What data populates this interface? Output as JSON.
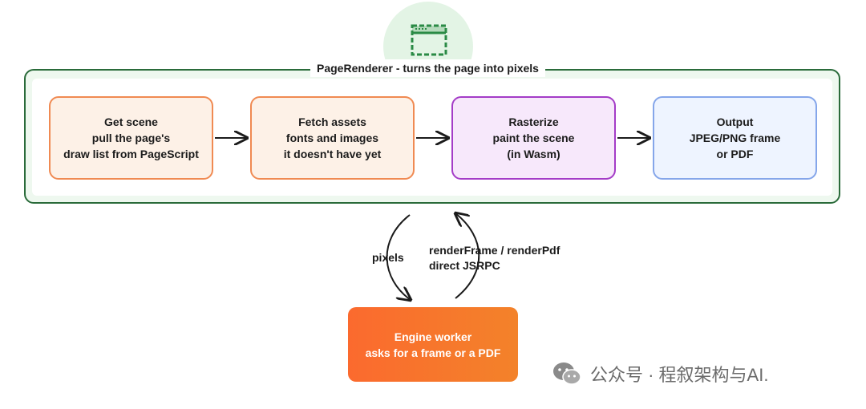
{
  "container": {
    "title": "PageRenderer - turns the page into pixels",
    "badge_icon": "browser-window-icon",
    "accent": "#2a6b3a"
  },
  "steps": [
    {
      "title": "Get scene",
      "lines": [
        "pull the page's",
        "draw list from PageScript"
      ]
    },
    {
      "title": "Fetch assets",
      "lines": [
        "fonts and images",
        "it doesn't have yet"
      ]
    },
    {
      "title": "Rasterize",
      "lines": [
        "paint the scene",
        "(in Wasm)"
      ]
    },
    {
      "title": "Output",
      "lines": [
        "JPEG/PNG frame",
        "or PDF"
      ]
    }
  ],
  "loop": {
    "left_label": "pixels",
    "right_label_1": "renderFrame / renderPdf",
    "right_label_2": "direct JSRPC"
  },
  "engine": {
    "title": "Engine worker",
    "subtitle": "asks for a frame or a PDF"
  },
  "watermark": {
    "icon": "wechat-icon",
    "text": "公众号 · 程叙架构与AI."
  }
}
